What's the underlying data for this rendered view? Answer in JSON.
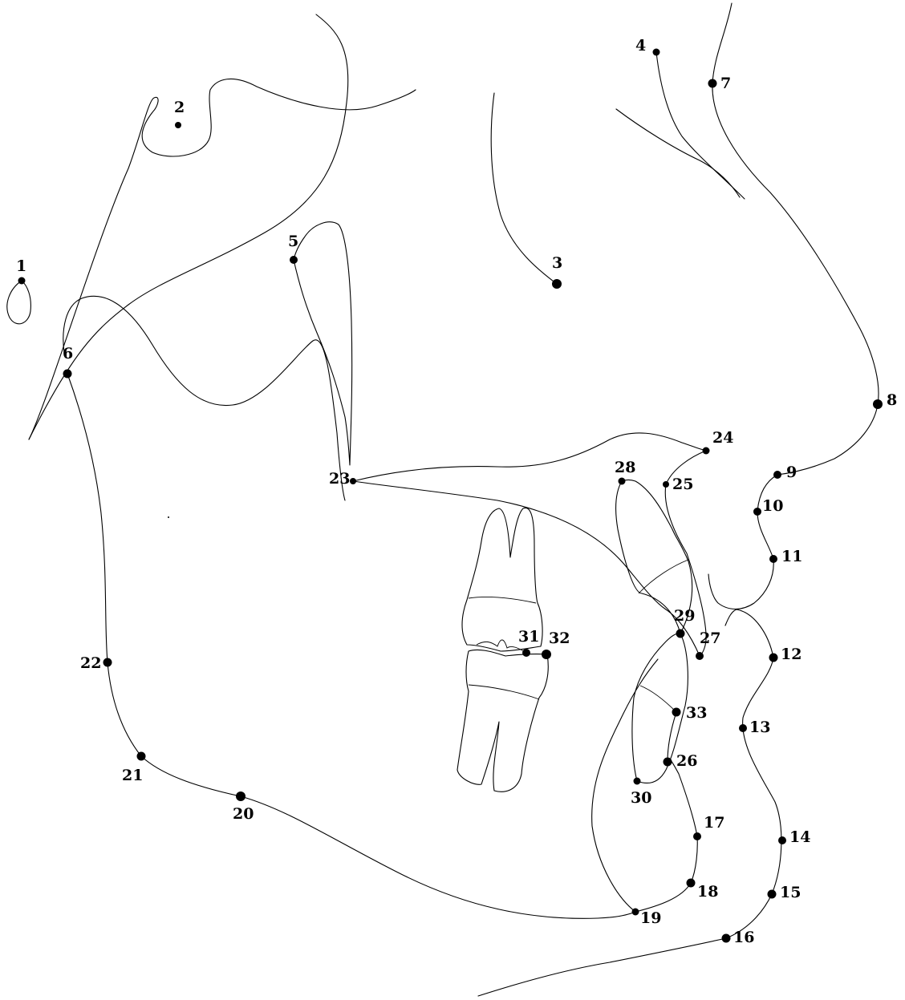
{
  "diagram": {
    "colors": {
      "background": "#ffffff",
      "stroke": "#000000"
    },
    "landmarks": [
      {
        "id": "lm-1",
        "label": "1"
      },
      {
        "id": "lm-2",
        "label": "2"
      },
      {
        "id": "lm-3",
        "label": "3"
      },
      {
        "id": "lm-4",
        "label": "4"
      },
      {
        "id": "lm-5",
        "label": "5"
      },
      {
        "id": "lm-6",
        "label": "6"
      },
      {
        "id": "lm-7",
        "label": "7"
      },
      {
        "id": "lm-8",
        "label": "8"
      },
      {
        "id": "lm-9",
        "label": "9"
      },
      {
        "id": "lm-10",
        "label": "10"
      },
      {
        "id": "lm-11",
        "label": "11"
      },
      {
        "id": "lm-12",
        "label": "12"
      },
      {
        "id": "lm-13",
        "label": "13"
      },
      {
        "id": "lm-14",
        "label": "14"
      },
      {
        "id": "lm-15",
        "label": "15"
      },
      {
        "id": "lm-16",
        "label": "16"
      },
      {
        "id": "lm-17",
        "label": "17"
      },
      {
        "id": "lm-18",
        "label": "18"
      },
      {
        "id": "lm-19",
        "label": "19"
      },
      {
        "id": "lm-20",
        "label": "20"
      },
      {
        "id": "lm-21",
        "label": "21"
      },
      {
        "id": "lm-22",
        "label": "22"
      },
      {
        "id": "lm-23",
        "label": "23"
      },
      {
        "id": "lm-24",
        "label": "24"
      },
      {
        "id": "lm-25",
        "label": "25"
      },
      {
        "id": "lm-26",
        "label": "26"
      },
      {
        "id": "lm-27",
        "label": "27"
      },
      {
        "id": "lm-28",
        "label": "28"
      },
      {
        "id": "lm-29",
        "label": "29"
      },
      {
        "id": "lm-30",
        "label": "30"
      },
      {
        "id": "lm-31",
        "label": "31"
      },
      {
        "id": "lm-32",
        "label": "32"
      },
      {
        "id": "lm-33",
        "label": "33"
      }
    ]
  }
}
